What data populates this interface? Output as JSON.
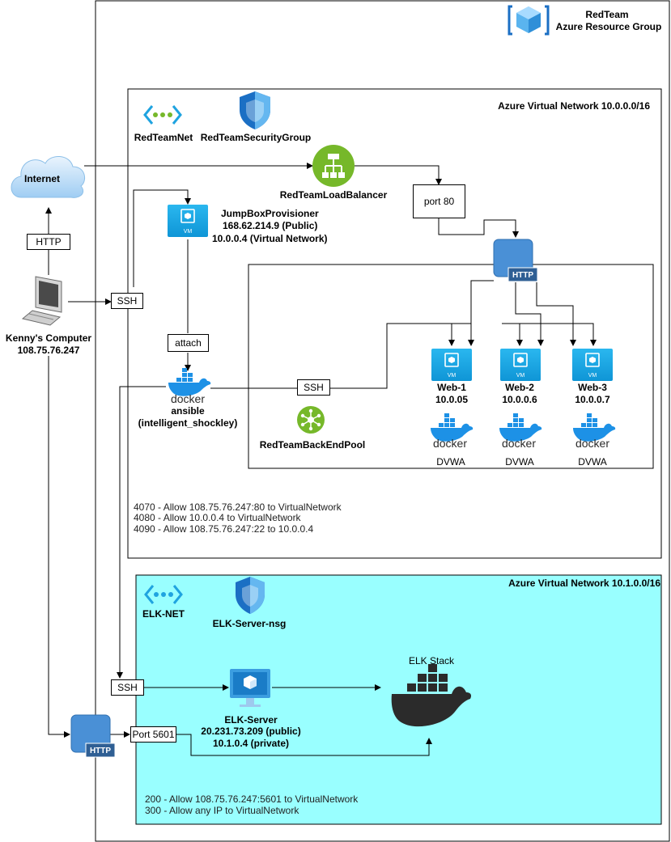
{
  "resource_group": {
    "title": "RedTeam",
    "subtitle": "Azure Resource Group"
  },
  "vnet1": {
    "title": "Azure Virtual Network 10.0.0.0/16",
    "net_name": "RedTeamNet",
    "nsg_name": "RedTeamSecurityGroup",
    "rules": [
      "4070 - Allow 108.75.76.247:80 to VirtualNetwork",
      "4080 - Allow 10.0.0.4 to VirtualNetwork",
      "4090 - Allow 108.75.76.247:22 to 10.0.0.4"
    ]
  },
  "internet": {
    "label": "Internet"
  },
  "load_balancer": {
    "label": "RedTeamLoadBalancer"
  },
  "port80": {
    "label": "port 80"
  },
  "jumpbox": {
    "name": "JumpBoxProvisioner",
    "public_ip": "168.62.214.9 (Public)",
    "private_ip": "10.0.0.4 (Virtual Network)"
  },
  "computer": {
    "name": "Kenny's Computer",
    "ip": "108.75.76.247"
  },
  "edge_labels": {
    "http": "HTTP",
    "ssh_top": "SSH",
    "attach": "attach",
    "ssh_mid": "SSH",
    "ssh_elk": "SSH",
    "port5601": "Port 5601"
  },
  "ansible": {
    "name": "ansible",
    "container": "(intelligent_shockley)"
  },
  "backend_pool": {
    "label": "RedTeamBackEndPool"
  },
  "webs": [
    {
      "name": "Web-1",
      "ip": "10.0.05",
      "app": "DVWA"
    },
    {
      "name": "Web-2",
      "ip": "10.0.0.6",
      "app": "DVWA"
    },
    {
      "name": "Web-3",
      "ip": "10.0.0.7",
      "app": "DVWA"
    }
  ],
  "vm_badge": "VM",
  "http_badge": "HTTP",
  "docker_word": "docker",
  "vnet2": {
    "title": "Azure Virtual Network 10.1.0.0/16",
    "net_name": "ELK-NET",
    "nsg_name": "ELK-Server-nsg",
    "rules": [
      "200 - Allow 108.75.76.247:5601 to VirtualNetwork",
      "300 - Allow any IP to VirtualNetwork"
    ]
  },
  "elk_server": {
    "name": "ELK-Server",
    "public_ip": "20.231.73.209 (public)",
    "private_ip": "10.1.0.4 (private)"
  },
  "elk_stack": {
    "label": "ELK Stack"
  },
  "colors": {
    "azure_blue": "#1fa3e0",
    "vnet2_fill": "#99ffff",
    "lb_green": "#76b82a",
    "shield_blue": "#1b6fc4",
    "docker_blue": "#1d91e6"
  }
}
